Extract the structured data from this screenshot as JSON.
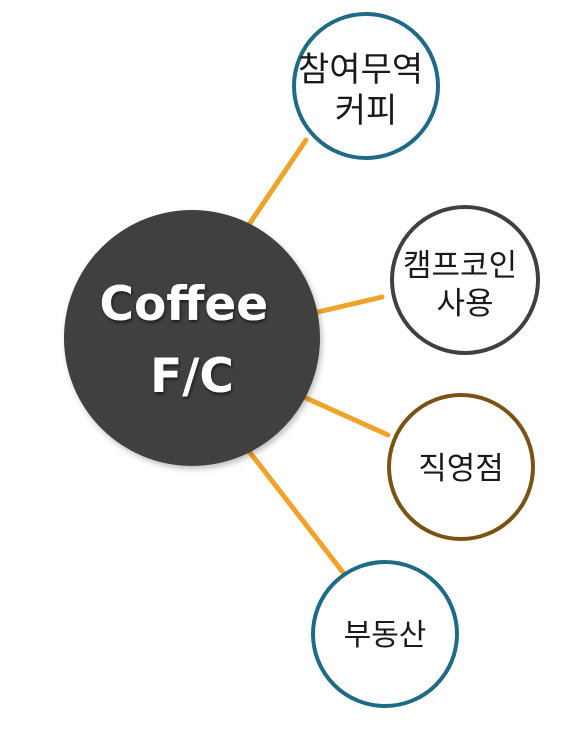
{
  "diagram": {
    "center": {
      "lines": [
        "Coffee",
        "F/C"
      ]
    },
    "nodes": [
      {
        "id": "fair-trade",
        "lines": [
          "참여무역",
          "커피"
        ]
      },
      {
        "id": "camp-coin",
        "lines": [
          "캠프코인",
          "사용"
        ]
      },
      {
        "id": "direct-store",
        "lines": [
          "직영점"
        ]
      },
      {
        "id": "real-estate",
        "lines": [
          "부동산"
        ]
      }
    ]
  },
  "colors": {
    "center_fill": "#3f3f3f",
    "center_text": "#ffffff",
    "connector": "#f0a32a",
    "node_text": "#1a1a1a",
    "node_fill": "#ffffff",
    "fair_trade_border": "#1f6a86",
    "camp_coin_border": "#404040",
    "direct_store_border": "#7a5312",
    "real_estate_border": "#1f6a86"
  }
}
